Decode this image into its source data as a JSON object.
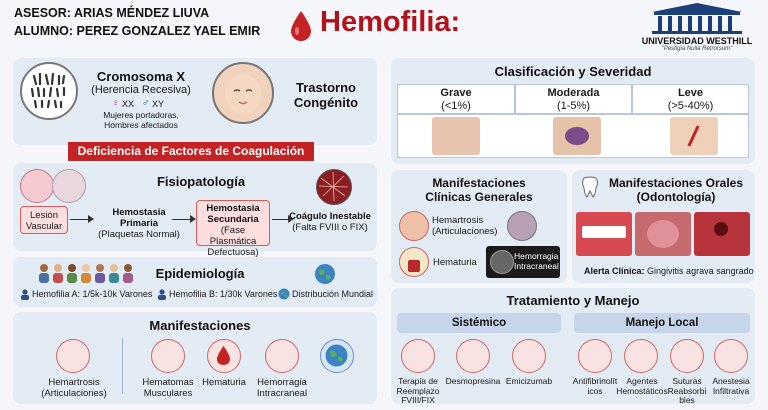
{
  "header": {
    "advisor": "ASESOR: ARIAS MÉNDEZ LIUVA",
    "student": "ALUMNO: PEREZ GONZALEZ YAEL EMIR",
    "title": "Hemofilia:",
    "university_name": "UNIVERSIDAD WESTHILL",
    "university_motto": "\"Pestigia Nulla Retrorsum\""
  },
  "chromosome": {
    "title": "Cromosoma X",
    "subtitle": "(Herencia Recesiva)",
    "female_karyotype": "XX",
    "male_karyotype": "XY",
    "note_line1": "Mujeres portadoras,",
    "note_line2": "Hombres afectados"
  },
  "congenital": {
    "line1": "Trastorno",
    "line2": "Congénito"
  },
  "banner": "Deficiencia de Factores de Coagulación",
  "pathophysiology": {
    "title": "Fisiopatología",
    "step1_line1": "Lesión",
    "step1_line2": "Vascular",
    "step2_line1": "Hemostasia",
    "step2_line2": "Primaria",
    "step2_line3": "(Plaquetas Normal)",
    "step3_line1": "Hemostasia",
    "step3_line2": "Secundaria",
    "step3_line3": "(Fase Plasmática",
    "step3_line4": "Defectuosa)",
    "step4_line1": "Coágulo Inestable",
    "step4_line2": "(Falta FVIII o FIX)"
  },
  "epidemiology": {
    "title": "Epidemiología",
    "stat_a": "Hemofilia A: 1/5k-10k Varones",
    "stat_b": "Hemofilia B: 1/30k Varones",
    "stat_c": "Distribución Mundial"
  },
  "manifestations": {
    "title": "Manifestaciones",
    "items": [
      {
        "line1": "Hemartrosis",
        "line2": "(Articulaciones)"
      },
      {
        "line1": "Hematomas",
        "line2": "Musculares"
      },
      {
        "line1": "Hematuria",
        "line2": ""
      },
      {
        "line1": "Hemorragia",
        "line2": "Intracraneal"
      }
    ]
  },
  "classification": {
    "title": "Clasificación y Severidad",
    "levels": [
      {
        "name": "Grave",
        "range": "(<1%)"
      },
      {
        "name": "Moderada",
        "range": "(1-5%)"
      },
      {
        "name": "Leve",
        "range": "(>5-40%)"
      }
    ]
  },
  "general_clinical": {
    "title_line1": "Manifestaciones",
    "title_line2": "Clínicas Generales",
    "hemarthrosis_line1": "Hemartrosis",
    "hemarthrosis_line2": "(Articulaciones)",
    "hematuria": "Hematuria",
    "hemorrhage_line1": "Hemorragia",
    "hemorrhage_line2": "Intracraneal"
  },
  "oral": {
    "title_line1": "Manifestaciones Orales",
    "title_line2": "(Odontología)",
    "alert_label": "Alerta Clínica:",
    "alert_text": "Gingivitis agrava sangrado"
  },
  "treatment": {
    "title": "Tratamiento y Manejo",
    "systemic_title": "Sistémico",
    "local_title": "Manejo Local",
    "systemic_items": [
      {
        "line1": "Terapia de",
        "line2": "Reemplazo",
        "line3": "FVIII/FIX"
      },
      {
        "line1": "Desmopresina",
        "line2": "",
        "line3": ""
      },
      {
        "line1": "Emicizumab",
        "line2": "",
        "line3": ""
      }
    ],
    "local_items": [
      {
        "line1": "Antifibrinolít",
        "line2": "icos",
        "line3": ""
      },
      {
        "line1": "Agentes",
        "line2": "Hemostáticos",
        "line3": ""
      },
      {
        "line1": "Suturas",
        "line2": "Reabsorbi",
        "line3": "bles"
      },
      {
        "line1": "Anestesia",
        "line2": "Infiltrativa",
        "line3": ""
      }
    ]
  },
  "colors": {
    "accent_red": "#c42326",
    "panel_blue": "#e3ebf5",
    "tab_blue": "#c6d5ea"
  }
}
